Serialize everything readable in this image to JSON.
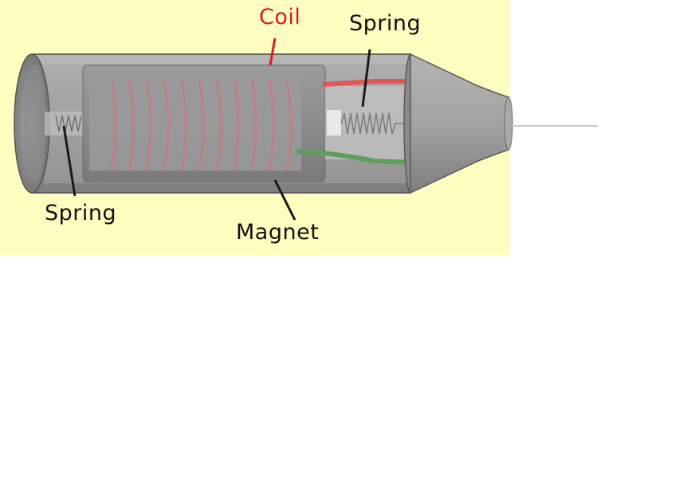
{
  "colors": {
    "background_panel": "#fefdc0",
    "casing": "#9a9a9a",
    "casing_dark": "#6e6e6e",
    "magnet": "#8e8e8e",
    "coil": "#c97b7b",
    "coil_label": "#d42020",
    "wire_red": "#e25656",
    "wire_green": "#5f9e5f",
    "label_text": "#111111"
  },
  "labels": {
    "coil": "Coil",
    "spring_top": "Spring",
    "spring_left": "Spring",
    "magnet": "Magnet"
  }
}
